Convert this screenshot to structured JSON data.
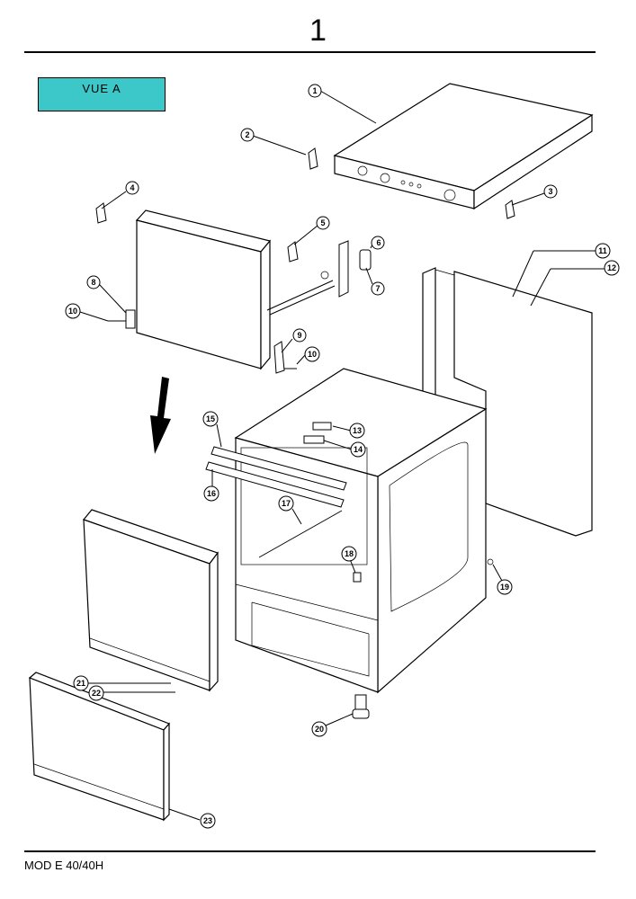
{
  "page": {
    "number": "1",
    "model": "MOD  E 40/40H"
  },
  "view_label": "VUE A",
  "callouts": [
    {
      "id": "1",
      "label": "1"
    },
    {
      "id": "2",
      "label": "2"
    },
    {
      "id": "3",
      "label": "3"
    },
    {
      "id": "4",
      "label": "4"
    },
    {
      "id": "5",
      "label": "5"
    },
    {
      "id": "6",
      "label": "6"
    },
    {
      "id": "7",
      "label": "7"
    },
    {
      "id": "8",
      "label": "8"
    },
    {
      "id": "9",
      "label": "9"
    },
    {
      "id": "10a",
      "label": "10"
    },
    {
      "id": "10b",
      "label": "10"
    },
    {
      "id": "11",
      "label": "11"
    },
    {
      "id": "12",
      "label": "12"
    },
    {
      "id": "13",
      "label": "13"
    },
    {
      "id": "14",
      "label": "14"
    },
    {
      "id": "15",
      "label": "15"
    },
    {
      "id": "16",
      "label": "16"
    },
    {
      "id": "17",
      "label": "17"
    },
    {
      "id": "18",
      "label": "18"
    },
    {
      "id": "19",
      "label": "19"
    },
    {
      "id": "20",
      "label": "20"
    },
    {
      "id": "21",
      "label": "21"
    },
    {
      "id": "22",
      "label": "22"
    },
    {
      "id": "23",
      "label": "23"
    }
  ],
  "colors": {
    "view_label_bg": "#3cc8c8",
    "line": "#000000"
  }
}
